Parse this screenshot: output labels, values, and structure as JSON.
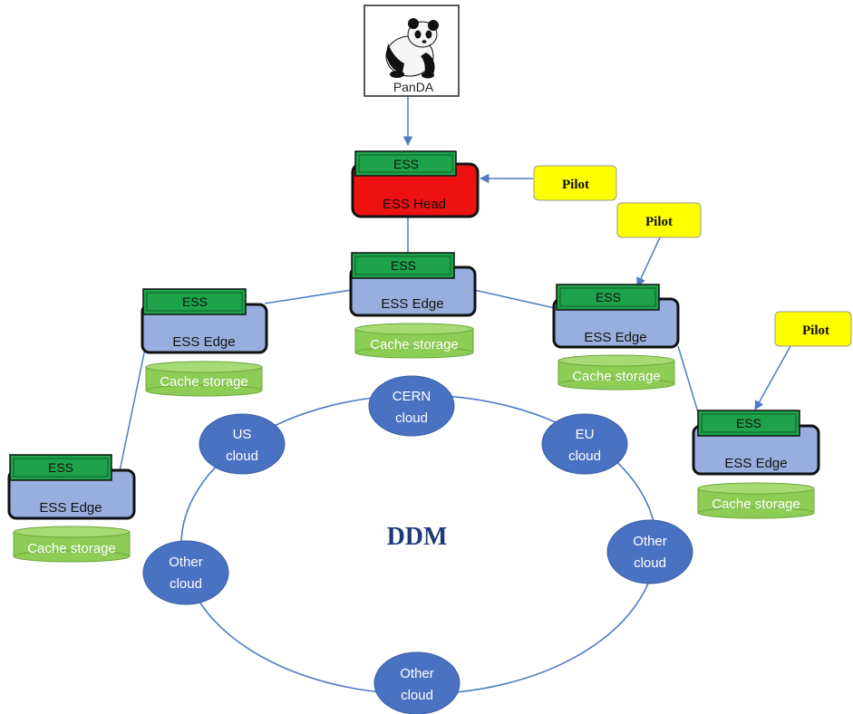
{
  "panda_logo": {
    "label": "PanDA"
  },
  "ess_label": "ESS",
  "head": {
    "label": "ESS Head"
  },
  "edge_label": "ESS Edge",
  "cache_label": "Cache storage",
  "pilot_label": "Pilot",
  "ddm": {
    "label": "DDM",
    "clouds": [
      {
        "line1": "CERN",
        "line2": "cloud"
      },
      {
        "line1": "US",
        "line2": "cloud"
      },
      {
        "line1": "EU",
        "line2": "cloud"
      },
      {
        "line1": "Other",
        "line2": "cloud"
      },
      {
        "line1": "Other",
        "line2": "cloud"
      },
      {
        "line1": "Other",
        "line2": "cloud"
      }
    ]
  },
  "colors": {
    "ess_tab": "#1ea24a",
    "head_fill": "#ee1111",
    "edge_fill": "#98aede",
    "cache_fill": "#8dcc55",
    "cloud_fill": "#4a72c2",
    "pilot_fill": "#ffff00",
    "connector": "#4f7bc4",
    "ddm_text": "#1f3a7a"
  }
}
